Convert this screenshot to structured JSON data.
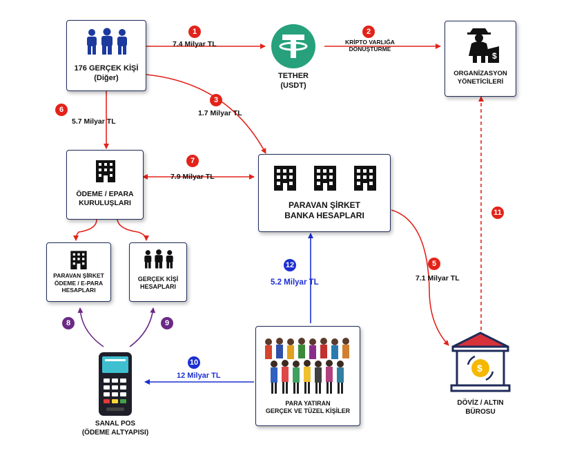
{
  "nodes": {
    "people176": {
      "line1": "176 GERÇEK KİŞİ",
      "line2": "(Diğer)"
    },
    "tether": {
      "line1": "TETHER",
      "line2": "(USDT)"
    },
    "organizers": {
      "line1": "ORGANİZASYON",
      "line2": "YÖNETİCİLERİ"
    },
    "payment_institutions": {
      "line1": "ÖDEME / EPARA",
      "line2": "KURULUŞLARI"
    },
    "shell_bank": {
      "line1": "PARAVAN ŞİRKET",
      "line2": "BANKA HESAPLARI"
    },
    "shell_epara": {
      "line1": "PARAVAN ŞİRKET",
      "line2": "ÖDEME / E-PARA",
      "line3": "HESAPLARI"
    },
    "real_person_accounts": {
      "line1": "GERÇEK KİŞİ",
      "line2": "HESAPLARI"
    },
    "investors": {
      "line1": "PARA YATIRAN",
      "line2": "GERÇEK VE TÜZEL KİŞİLER"
    },
    "virtual_pos": {
      "line1": "SANAL POS",
      "line2": "(ÖDEME ALTYAPISI)"
    },
    "exchange_office": {
      "line1": "DÖVİZ / ALTIN",
      "line2": "BÜROSU"
    }
  },
  "flows": [
    {
      "id": "1",
      "amount": "7.4 Milyar TL",
      "color": "red"
    },
    {
      "id": "2",
      "amount_line1": "KRİPTO VARLIĞA",
      "amount_line2": "DÖNÜŞTÜRME",
      "color": "red"
    },
    {
      "id": "3",
      "amount": "1.7 Milyar TL",
      "color": "red"
    },
    {
      "id": "5",
      "amount": "7.1 Milyar TL",
      "color": "red"
    },
    {
      "id": "6",
      "amount": "5.7 Milyar TL",
      "color": "red"
    },
    {
      "id": "7",
      "amount": "7.9 Milyar TL",
      "color": "red"
    },
    {
      "id": "8",
      "color": "purple"
    },
    {
      "id": "9",
      "color": "purple"
    },
    {
      "id": "10",
      "amount": "12 Milyar TL",
      "color": "blue"
    },
    {
      "id": "11",
      "color": "red"
    },
    {
      "id": "12",
      "amount": "5.2 Milyar TL",
      "color": "blue"
    }
  ],
  "colors": {
    "red": "#e2231a",
    "blue": "#1c2fd0",
    "purple": "#6b2a86",
    "navy": "#1e2b5a",
    "tether_green": "#26a17b"
  },
  "icons": [
    "people-group-icon",
    "tether-logo-icon",
    "hacker-money-icon",
    "building-icon",
    "pos-terminal-icon",
    "crowd-icon",
    "bank-dollar-icon"
  ]
}
